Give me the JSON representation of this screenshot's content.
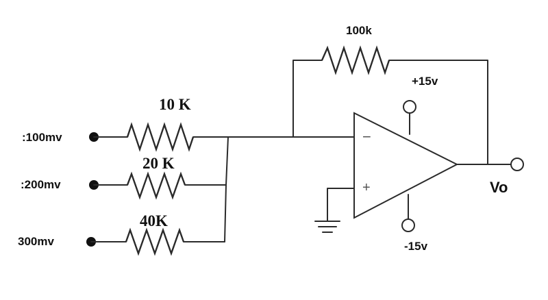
{
  "inputs": [
    {
      "label": ":100mv",
      "resistor": "10 K"
    },
    {
      "label": ":200mv",
      "resistor": "20 K"
    },
    {
      "label": "300mv",
      "resistor": "40K"
    }
  ],
  "feedback": {
    "resistor": "100k"
  },
  "supply": {
    "positive": "+15v",
    "negative": "-15v"
  },
  "output": {
    "label": "Vo"
  },
  "opamp": {
    "inverting_sign": "−",
    "noninverting_sign": "+"
  }
}
